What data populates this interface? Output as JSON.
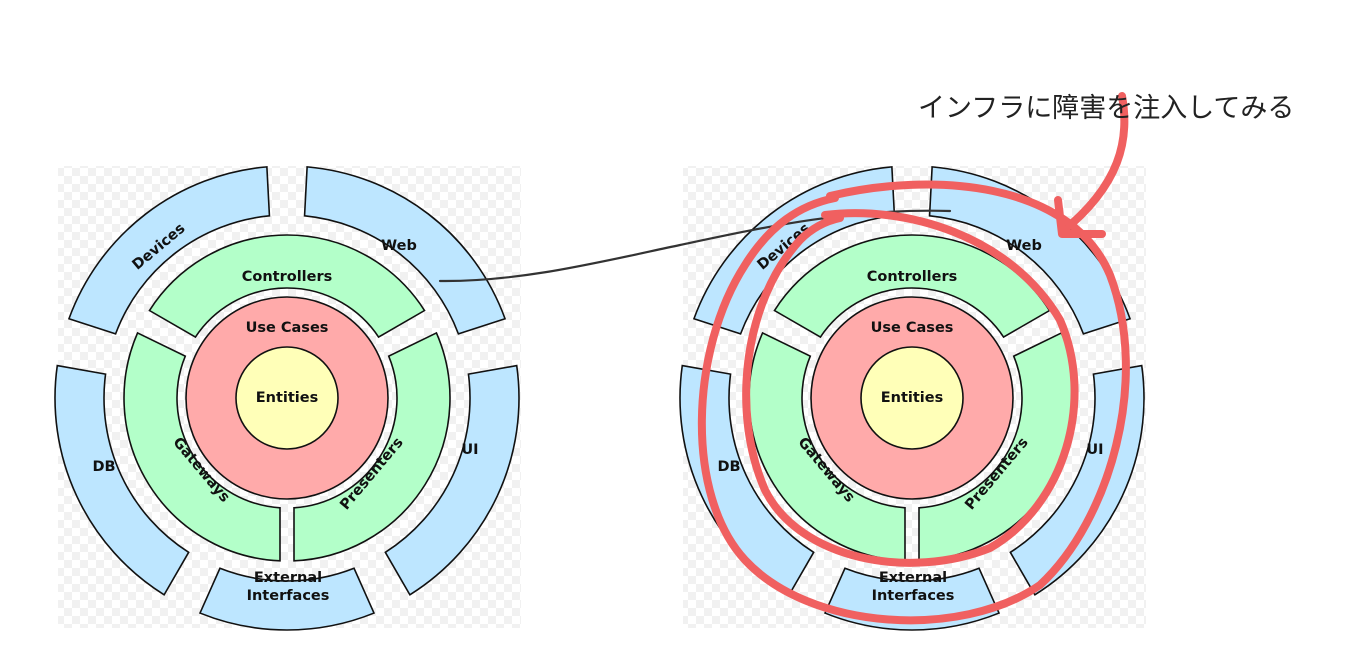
{
  "annotation": {
    "text": "インフラに障害を注入してみる"
  },
  "diagrams": [
    {
      "id": "left",
      "labels": {
        "entities": "Entities",
        "use_cases": "Use Cases",
        "controllers": "Controllers",
        "gateways": "Gateways",
        "presenters": "Presenters",
        "devices": "Devices",
        "web": "Web",
        "ui": "UI",
        "db": "DB",
        "external_interfaces_line1": "External",
        "external_interfaces_line2": "Interfaces"
      }
    },
    {
      "id": "right",
      "labels": {
        "entities": "Entities",
        "use_cases": "Use Cases",
        "controllers": "Controllers",
        "gateways": "Gateways",
        "presenters": "Presenters",
        "devices": "Devices",
        "web": "Web",
        "ui": "UI",
        "db": "DB",
        "external_interfaces_line1": "External",
        "external_interfaces_line2": "Interfaces"
      }
    }
  ],
  "colors": {
    "entities": "#ffffb8",
    "use_cases": "#ffaaaa",
    "green_ring": "#b3ffc9",
    "blue_ring": "#bde6ff",
    "stroke": "#111111",
    "marker": "#f06060",
    "connector": "#333333",
    "checker": "#f1f1f1"
  }
}
